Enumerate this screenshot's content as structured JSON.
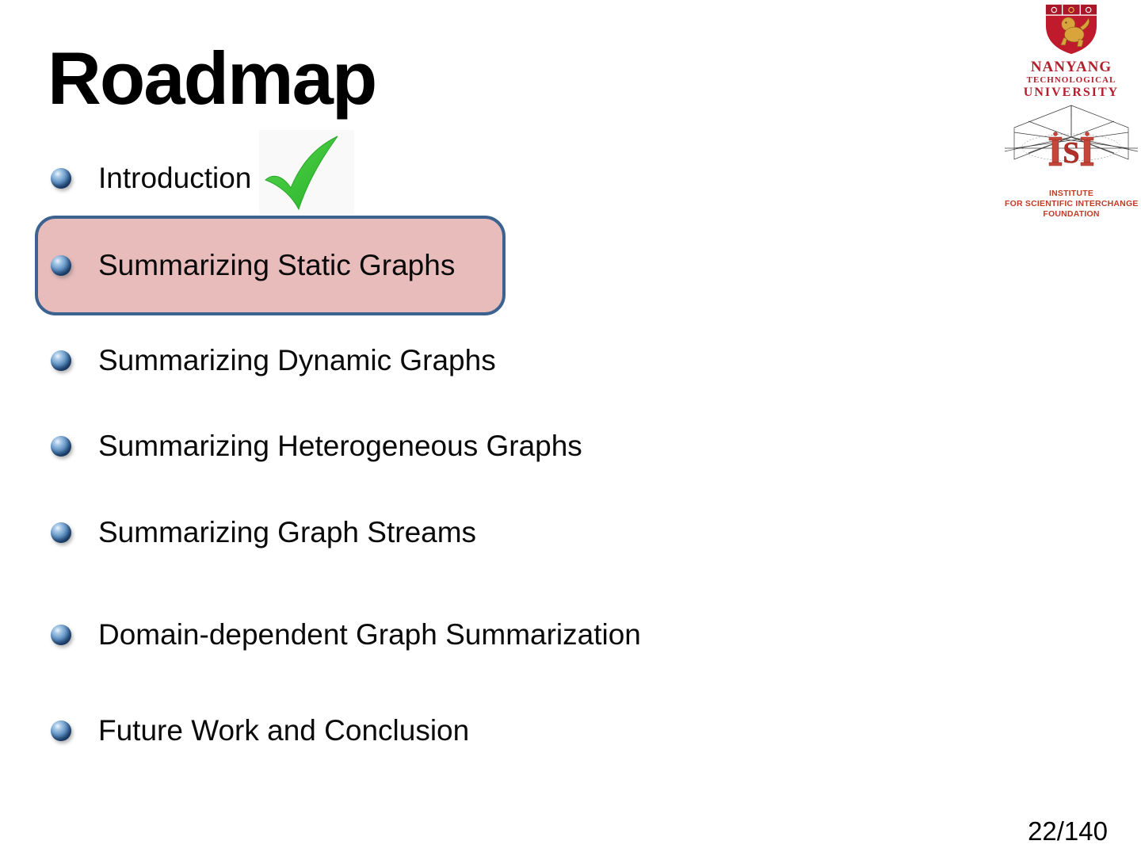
{
  "slide": {
    "title": "Roadmap",
    "page_number": "22/140"
  },
  "roadmap_items": [
    {
      "label": "Introduction",
      "checked": true,
      "highlighted": false
    },
    {
      "label": "Summarizing Static Graphs",
      "checked": false,
      "highlighted": true
    },
    {
      "label": "Summarizing Dynamic Graphs",
      "checked": false,
      "highlighted": false
    },
    {
      "label": "Summarizing Heterogeneous Graphs",
      "checked": false,
      "highlighted": false
    },
    {
      "label": "Summarizing Graph Streams",
      "checked": false,
      "highlighted": false
    },
    {
      "label": "Domain-dependent Graph Summarization",
      "checked": false,
      "highlighted": false
    },
    {
      "label": "Future Work and Conclusion",
      "checked": false,
      "highlighted": false
    }
  ],
  "logos": {
    "ntu": {
      "line1": "NANYANG",
      "line2": "TECHNOLOGICAL",
      "line3": "UNIVERSITY"
    },
    "isi": {
      "monogram": "S",
      "line1": "INSTITUTE",
      "line2": "FOR SCIENTIFIC INTERCHANGE",
      "line3": "FOUNDATION"
    }
  },
  "colors": {
    "check_green": "#35c335",
    "highlight_fill": "#e9bcbc",
    "highlight_border": "#3c6390",
    "bullet_blue": "#3a6ea5",
    "ntu_red": "#b41f2e",
    "isi_red": "#c23b27"
  }
}
